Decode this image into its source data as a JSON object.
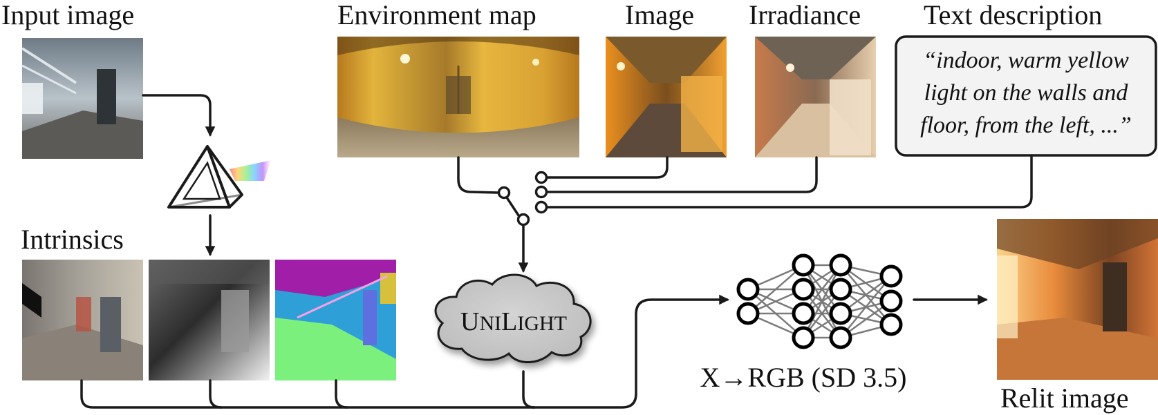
{
  "labels": {
    "input_image": "Input image",
    "environment_map": "Environment map",
    "image": "Image",
    "irradiance": "Irradiance",
    "text_description": "Text description",
    "intrinsics": "Intrinsics",
    "relit_image": "Relit image"
  },
  "text_description": {
    "line1": "“indoor, warm yellow",
    "line2": "light on the walls and",
    "line3": "floor, from the left, ...”"
  },
  "unilight": {
    "part1_big": "U",
    "part1_small": "NI",
    "part2_big": "L",
    "part2_small": "IGHT"
  },
  "network_caption": "X→RGB (SD 3.5)",
  "icons": [
    "prism-icon",
    "cloud-icon",
    "neural-network-icon",
    "selector-switch-icon"
  ]
}
